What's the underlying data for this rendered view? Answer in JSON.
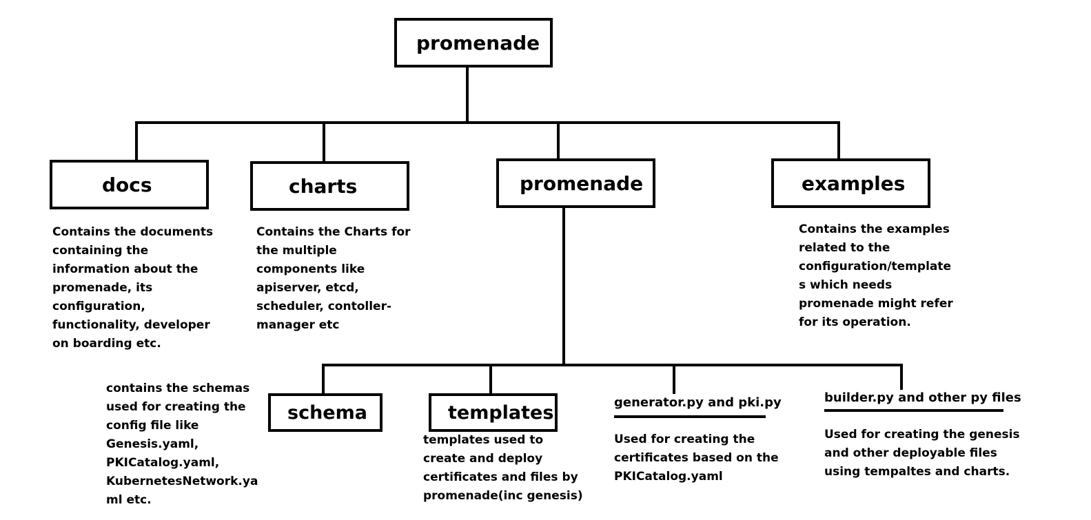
{
  "diagram": {
    "root": {
      "label": "promenade"
    },
    "level1": [
      {
        "id": "docs",
        "label": "docs",
        "description": "Contains the documents\ncontaining the\ninformation about the\npromenade, its\nconfiguration,\nfunctionality, developer\non boarding etc."
      },
      {
        "id": "charts",
        "label": "charts",
        "description": "Contains the Charts for\nthe multiple\ncomponents like\napiserver, etcd,\nscheduler, contoller-\nmanager etc"
      },
      {
        "id": "promenade",
        "label": "promenade",
        "description": ""
      },
      {
        "id": "examples",
        "label": "examples",
        "description": "Contains the examples\nrelated to the\nconfiguration/template\ns which needs\npromenade might refer\nfor its operation."
      }
    ],
    "level2": [
      {
        "id": "schema",
        "label": "schema",
        "description": "contains the schemas\nused for creating the\nconfig file like\nGenesis.yaml,\nPKICatalog.yaml,\nKubernetesNetwork.ya\nml etc."
      },
      {
        "id": "templates",
        "label": "templates",
        "description": "templates used to\ncreate and deploy\ncertificates and files by\npromenade(inc genesis)"
      },
      {
        "id": "generator",
        "label": "generator.py and pki.py",
        "description": "Used for creating the\ncertificates based on the\nPKICatalog.yaml"
      },
      {
        "id": "builder",
        "label": "builder.py and other py files",
        "description": "Used for creating the genesis\nand other deployable files\nusing tempaltes and charts."
      }
    ]
  }
}
